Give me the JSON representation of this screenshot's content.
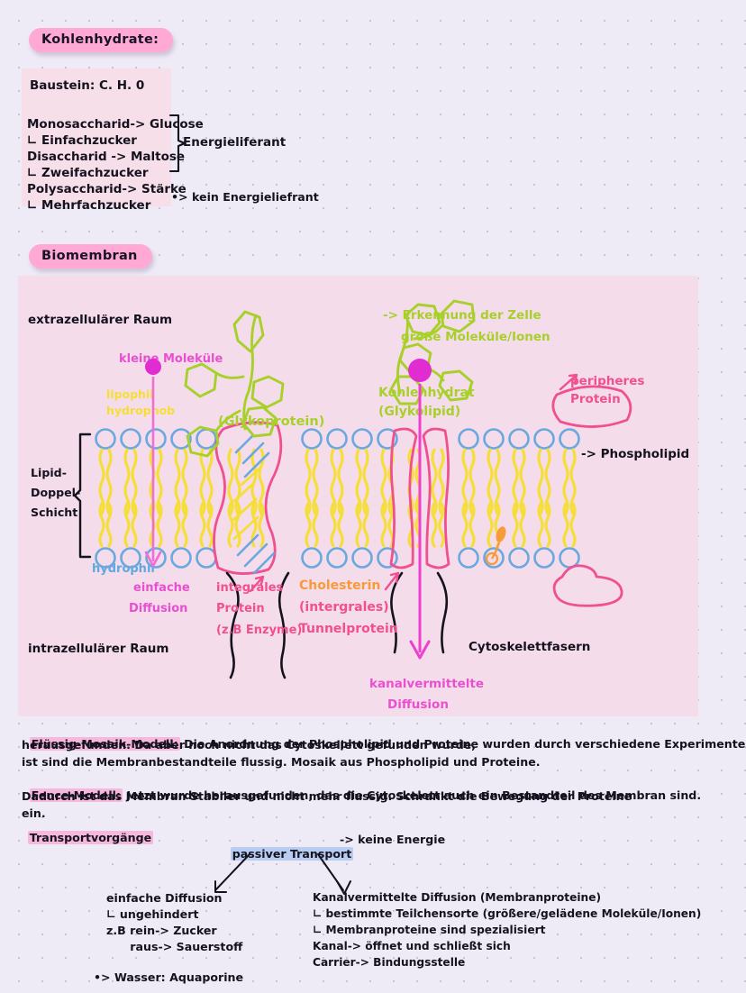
{
  "page": {
    "background": "#eeeaf6",
    "dot_color": "#c9c3d8"
  },
  "sections": {
    "carbs": {
      "header": "Kohlenhydrate:",
      "box_color": "#f7dfe9",
      "building_block": "Baustein: C. H. 0",
      "lines": [
        "Monosaccharid-> Glucose",
        "∟ Einfachzucker",
        "Disaccharid -> Maltose",
        "∟ Zweifachzucker",
        "Polysaccharid-> Stärke",
        "∟ Mehrfachzucker"
      ],
      "bracket_label": "Energieliefant",
      "bracket_label_shown": "Energieliferant",
      "note": "•> kein Energieliefrant"
    },
    "biomembrane": {
      "header": "Biomembran",
      "box_color": "#f5dcea",
      "labels": {
        "extracellular": "extrazellulärer Raum",
        "intracellular": "intrazellulärer Raum",
        "small_molecules": "kleine Moleküle",
        "lipophil": "lipophil",
        "hydrophob": "hydrophob",
        "hydrophil": "hydrophil",
        "lipid_bilayer_l1": "Lipid-",
        "lipid_bilayer_l2": "Doppel-",
        "lipid_bilayer_l3": "Schicht",
        "glycoprotein": "(Glykoprotein)",
        "recognition_l1": "-> Erkennung der Zelle",
        "recognition_l2": "größe Moleküle/Ionen",
        "carbohydrate_l1": "Kohlenhydrat",
        "carbohydrate_l2": "(Glykolipid)",
        "peripheral_l1": "peripheres",
        "peripheral_l2": "Protein",
        "phospholipid": "-> Phospholipid",
        "simple_diffusion_l1": "einfache",
        "simple_diffusion_l2": "Diffusion",
        "integral_l1": "integrales",
        "integral_l2": "Protein",
        "integral_l3": "(z.B Enzyme)",
        "cholesterin_l1": "Cholesterin",
        "cholesterin_l2": "(intergrales)",
        "cholesterin_l3": "Tunnelprotein",
        "cytoskeleton": "Cytoskelettfasern",
        "channel_diffusion_l1": "kanalvermittelte",
        "channel_diffusion_l2": "Diffusion"
      },
      "colors": {
        "head_circle": "#6aa8e0",
        "tail": "#f5de35",
        "protein": "#f0508f",
        "sugar_chain": "#a8d02a",
        "arrow": "#ef4bd2",
        "cholesterol": "#f79a3a",
        "cytoskeleton": "#15121f"
      }
    },
    "models": {
      "fluid_mosaic_term": "Flüssig-Mosaik-Modell:",
      "fluid_mosaic_lines": [
        " Die Anordnung der Phospholipid und Proteine wurden durch verschiedene Experimente",
        "herausgefunden. Da aber noch nicht das Cytoskellett gefunden wurde,",
        "ist sind die Membranbestandteile flussig. Mosaik aus Phospholipid und Proteine."
      ],
      "fence_term": "Fence-Modell:",
      "fence_lines": [
        " Jetzt wurde herausgefunden, das die Cytoskelett auch ein Bestandteil des Membran sind.",
        "Dadurch ist das Membran Stabiler und nicht mehr flussig. Schrankt die Bewegung der Proteine",
        "ein."
      ]
    },
    "transport": {
      "header": "Transportvorgänge",
      "passive_label": "passiver Transport",
      "passive_note": "-> keine Energie",
      "left_branch": [
        "einfache Diffusion",
        "∟ ungehindert",
        "z.B rein-> Zucker",
        "      raus-> Sauerstoff"
      ],
      "right_branch": [
        "Kanalvermittelte Diffusion (Membranproteine)",
        "∟ bestimmte Teilchensorte (größere/gelädene Moleküle/Ionen)",
        "∟ Membranproteine sind spezialisiert",
        "Kanal-> öffnet und schließt sich",
        "Carrier-> Bindungsstelle"
      ],
      "water_note": "•> Wasser: Aquaporine"
    }
  }
}
